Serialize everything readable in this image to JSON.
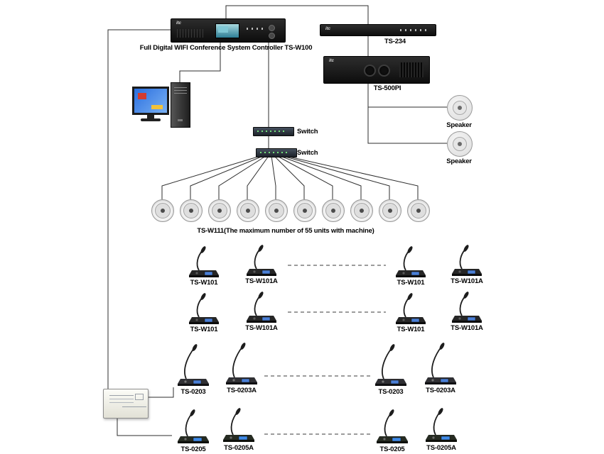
{
  "brand": "itc",
  "top": {
    "controller_label": "Full Digital WIFI Conference System Controller TS-W100",
    "ts234_label": "TS-234",
    "ts500pi_label": "TS-500PI",
    "speaker1_label": "Speaker",
    "speaker2_label": "Speaker"
  },
  "network": {
    "switch1_label": "Switch",
    "switch2_label": "Switch"
  },
  "ceiling": {
    "count": 10,
    "note": "TS-W111(The maximum number of 55 units with machine)"
  },
  "mic_rows": {
    "row1": [
      "TS-W101",
      "TS-W101A",
      "TS-W101",
      "TS-W101A"
    ],
    "row2": [
      "TS-W101",
      "TS-W101A",
      "TS-W101",
      "TS-W101A"
    ],
    "row3": [
      "TS-0203",
      "TS-0203A",
      "TS-0203",
      "TS-0203A"
    ],
    "row4": [
      "TS-0205",
      "TS-0205A",
      "TS-0205",
      "TS-0205A"
    ]
  },
  "colors": {
    "wire": "#2e2e2e",
    "screen_blue": "#4a7fd6",
    "device_black": "#161616"
  }
}
